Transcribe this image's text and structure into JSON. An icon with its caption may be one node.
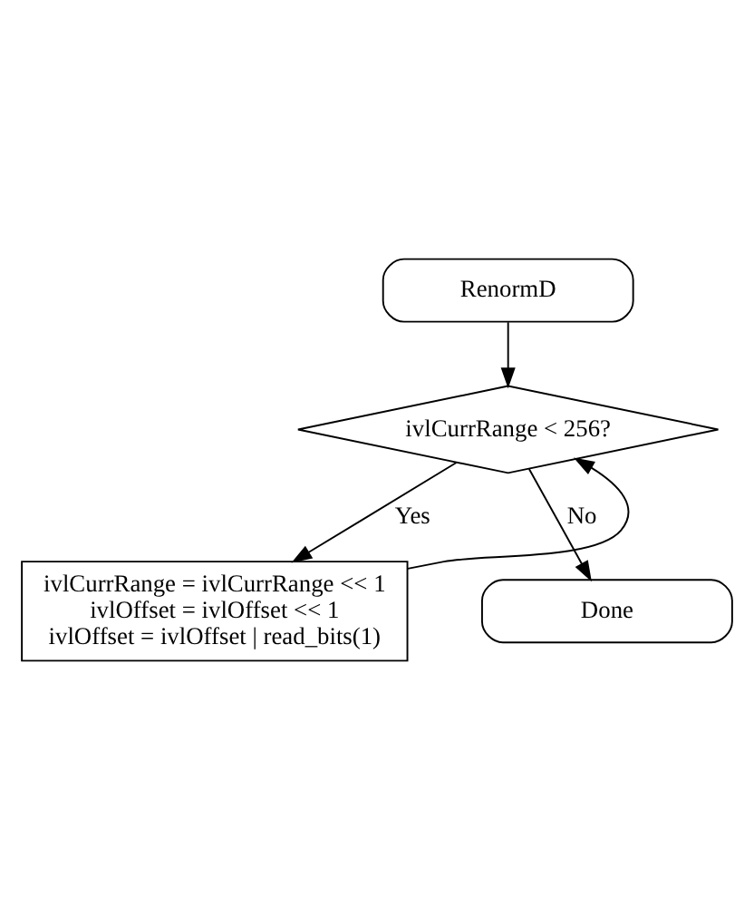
{
  "diagram": {
    "nodes": [
      {
        "text": [
          "RenormD"
        ]
      },
      {
        "text": [
          "ivlCurrRange < 256?"
        ]
      },
      {
        "text": [
          "ivlCurrRange = ivlCurrRange << 1",
          "ivlOffset = ivlOffset << 1",
          "ivlOffset = ivlOffset | read_bits(1)"
        ]
      },
      {
        "text": [
          "Done"
        ]
      }
    ],
    "edges": [
      {
        "from": 0,
        "to": 1,
        "arrow": "to"
      },
      {
        "from": 1,
        "to": 2,
        "arrow": "to",
        "label": "Yes"
      },
      {
        "from": 2,
        "to": 1,
        "arrow": "to"
      },
      {
        "from": 1,
        "to": 3,
        "arrow": "to",
        "label": "No"
      }
    ]
  }
}
